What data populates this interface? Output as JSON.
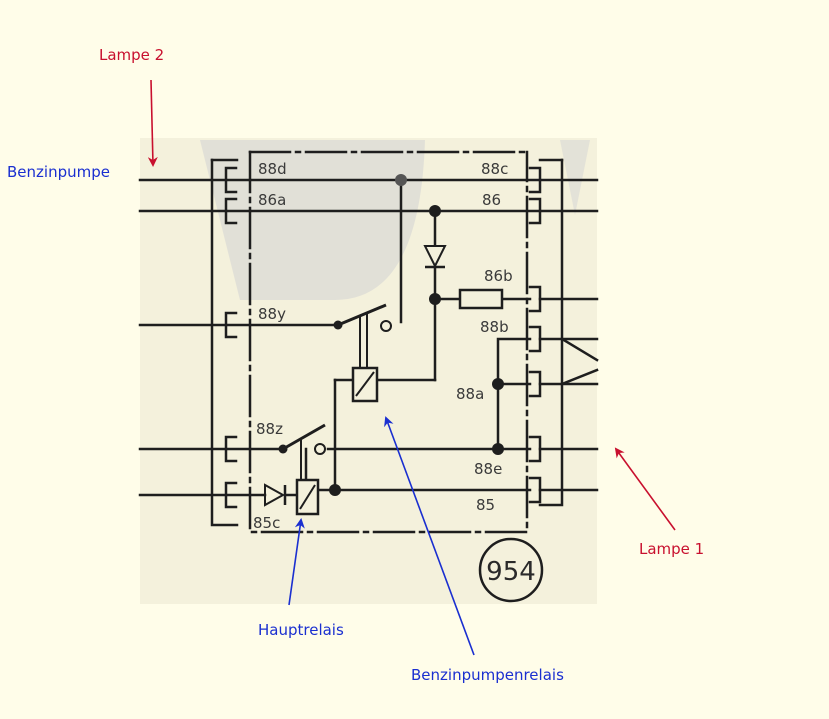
{
  "annotations": {
    "lampe_2": "Lampe 2",
    "benzinpumpe": "Benzinpumpe",
    "lampe_1": "Lampe 1",
    "hauptrelais": "Hauptrelais",
    "benzinpumpenrelais": "Benzinpumpenrelais"
  },
  "colors": {
    "background": "#fffde9",
    "scan_background": "#f4f1dc",
    "line": "#1e1e1e",
    "annotation_red": "#c8102e",
    "annotation_blue": "#1a2fd0"
  },
  "diagram": {
    "pins": {
      "p88d": "88d",
      "p86a": "86a",
      "p88c": "88c",
      "p86": "86",
      "p86b": "86b",
      "p88y": "88y",
      "p88b": "88b",
      "p88a": "88a",
      "p88z": "88z",
      "p88e": "88e",
      "p85": "85",
      "p85c": "85c"
    },
    "part_number": "954"
  }
}
